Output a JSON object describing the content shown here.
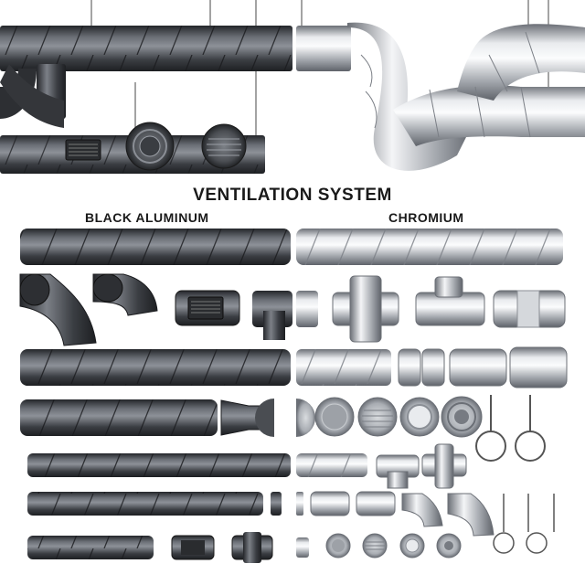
{
  "title": "VENTILATION SYSTEM",
  "left_label": "BLACK ALUMINUM",
  "right_label": "CHROMIUM",
  "colors": {
    "black_dark": "#2a2c30",
    "black_mid": "#55585e",
    "black_light": "#8a8e95",
    "chrome_dark": "#6d7178",
    "chrome_mid": "#b7bbc1",
    "chrome_light": "#eef0f2",
    "background": "#ffffff",
    "text": "#1a1a1a"
  }
}
